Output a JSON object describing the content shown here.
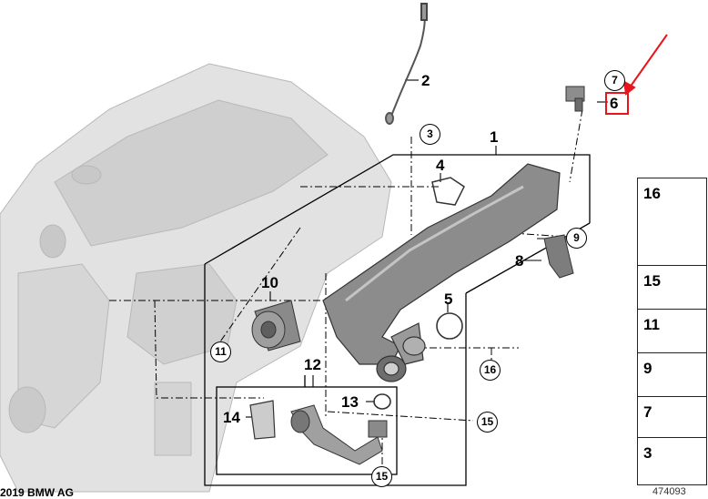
{
  "callouts": {
    "c1": "1",
    "c2": "2",
    "c3": "3",
    "c4": "4",
    "c5": "5",
    "c6": "6",
    "c7": "7",
    "c8": "8",
    "c9": "9",
    "c10": "10",
    "c11": "11",
    "c12": "12",
    "c13": "13",
    "c14": "14",
    "c15a": "15",
    "c15b": "15",
    "c16": "16"
  },
  "legend": {
    "items": [
      {
        "label": "16"
      },
      {
        "label": "15"
      },
      {
        "label": "11"
      },
      {
        "label": "9"
      },
      {
        "label": "7"
      },
      {
        "label": "3"
      }
    ]
  },
  "footer": {
    "copyright": "2019 BMW AG",
    "diagram_id": "474093"
  },
  "colors": {
    "highlight": "#e8161b",
    "engine_gray": "#d9d9d9",
    "line": "#000000"
  }
}
